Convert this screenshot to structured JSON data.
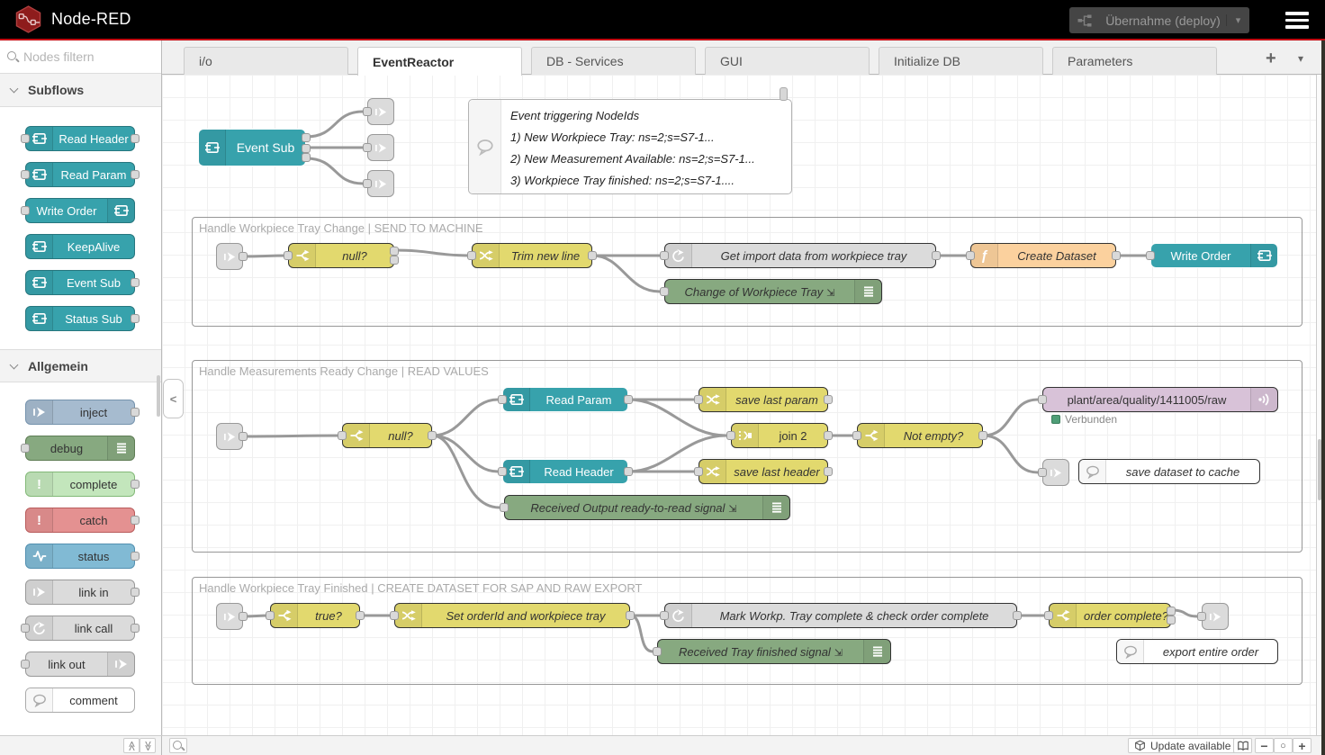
{
  "header": {
    "title": "Node-RED",
    "deploy_button": "Übernahme (deploy)"
  },
  "palette": {
    "search_placeholder": "Nodes filtern",
    "sections": [
      {
        "label": "Subflows",
        "items": [
          "Read Header",
          "Read Param",
          "Write Order",
          "KeepAlive",
          "Event Sub",
          "Status Sub"
        ]
      },
      {
        "label": "Allgemein",
        "items": [
          "inject",
          "debug",
          "complete",
          "catch",
          "status",
          "link in",
          "link call",
          "link out",
          "comment"
        ]
      }
    ]
  },
  "tabs": {
    "items": [
      "i/o",
      "EventReactor",
      "DB - Services",
      "GUI",
      "Initialize DB",
      "Parameters"
    ],
    "active": "EventReactor"
  },
  "flow": {
    "event_sub": "Event Sub",
    "note": {
      "lines": [
        "Event triggering NodeIds",
        "1) New Workpiece Tray: ns=2;s=S7-1...",
        "2) New Measurement Available: ns=2;s=S7-1...",
        "3) Workpiece Tray finished: ns=2;s=S7-1...."
      ]
    },
    "group1": {
      "title": "Handle Workpiece Tray Change | SEND TO MACHINE",
      "switch_null": "null?",
      "change_trim": "Trim new line",
      "linkcall_import": "Get import data from workpiece tray",
      "function_create": "Create Dataset",
      "subflow_write": "Write Order",
      "debug_change": "Change of Workpiece Tray"
    },
    "group2": {
      "title": "Handle Measurements Ready Change | READ VALUES",
      "switch_null": "null?",
      "subflow_param": "Read Param",
      "subflow_header": "Read Header",
      "change_param": "save last param",
      "change_header": "save last header",
      "join": "join 2",
      "switch_notempty": "Not empty?",
      "mqtt_topic": "plant/area/quality/1411005/raw",
      "mqtt_status": "Verbunden",
      "debug_received": "Received Output ready-to-read signal",
      "comment_cache": "save dataset to cache"
    },
    "group3": {
      "title": "Handle Workpiece Tray Finished | CREATE DATASET FOR SAP AND RAW EXPORT",
      "switch_true": "true?",
      "change_set": "Set orderId and workpiece tray",
      "linkcall_mark": "Mark Workp. Tray complete & check order complete",
      "switch_order": "order complete?",
      "debug_tray": "Received Tray finished signal",
      "comment_export": "export entire order"
    }
  },
  "footer": {
    "update": "Update available"
  },
  "icons": {
    "function_glyph": "ƒ",
    "exclamation": "!",
    "debug_target": "⇲",
    "collapse_left": "<",
    "tab_add": "+",
    "caret": "▾",
    "zoom_out": "−",
    "zoom_reset": "○",
    "zoom_in": "+",
    "chevrons_up": "≪",
    "chevrons_down": "≫"
  },
  "colors": {
    "accent_red": "#c40b13",
    "subflow_teal": "#37a2ac",
    "function_yellow": "#e2d96e",
    "function_orange": "#fbd19e",
    "debug_green": "#87a980",
    "mqtt_mauve": "#d8c2d8",
    "link_gray": "#dbdbdb",
    "status_connected": "#4f9e77"
  }
}
